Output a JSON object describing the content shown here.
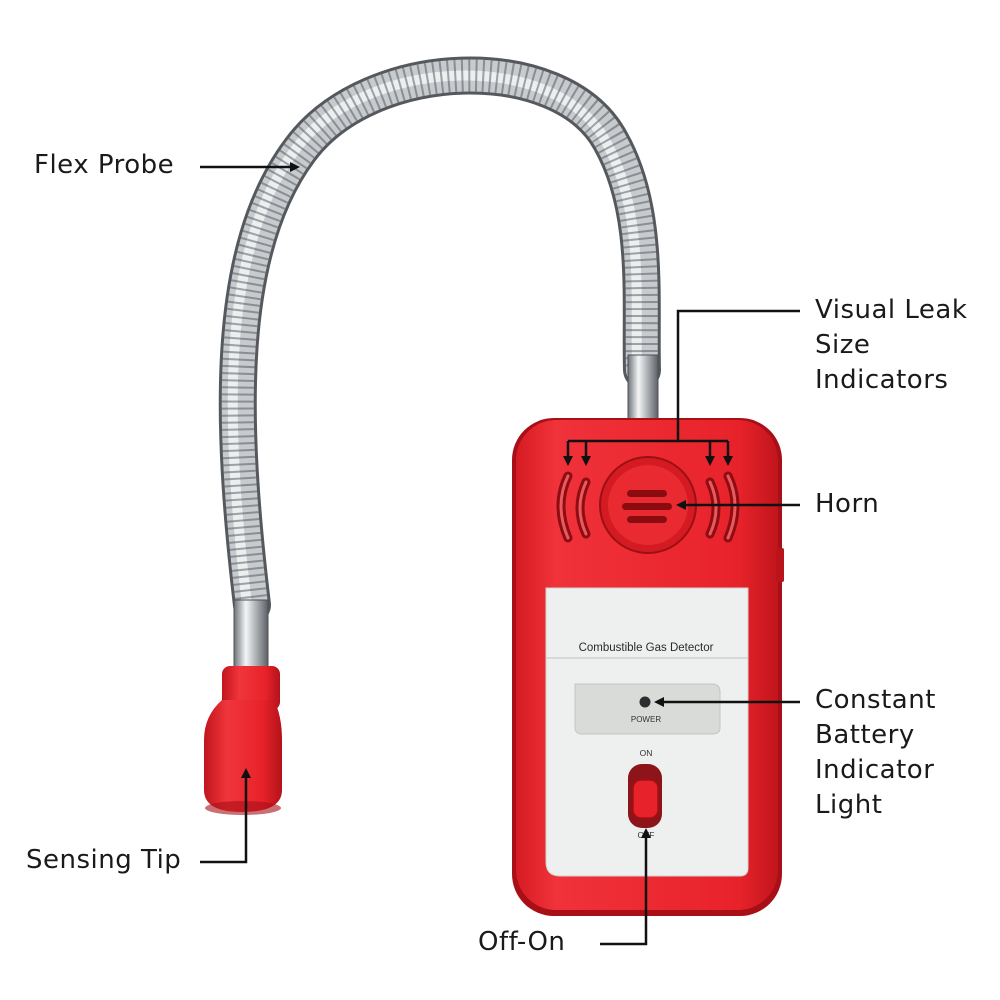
{
  "labels": {
    "flex_probe": "Flex Probe",
    "visual_leak": [
      "Visual Leak",
      "Size",
      "Indicators"
    ],
    "horn": "Horn",
    "battery": [
      "Constant",
      "Battery",
      "Indicator",
      "Light"
    ],
    "sensing_tip": "Sensing Tip",
    "off_on": "Off-On"
  },
  "device": {
    "panel_title": "Combustible Gas Detector",
    "power_label": "POWER",
    "switch_on": "ON",
    "switch_off": "OFF"
  },
  "colors": {
    "body_red": "#e8222a",
    "body_red_dark": "#c1151c",
    "panel": "#eef0ef",
    "window": "#d9dbd8",
    "probe_metal": "#b9bcbf"
  }
}
